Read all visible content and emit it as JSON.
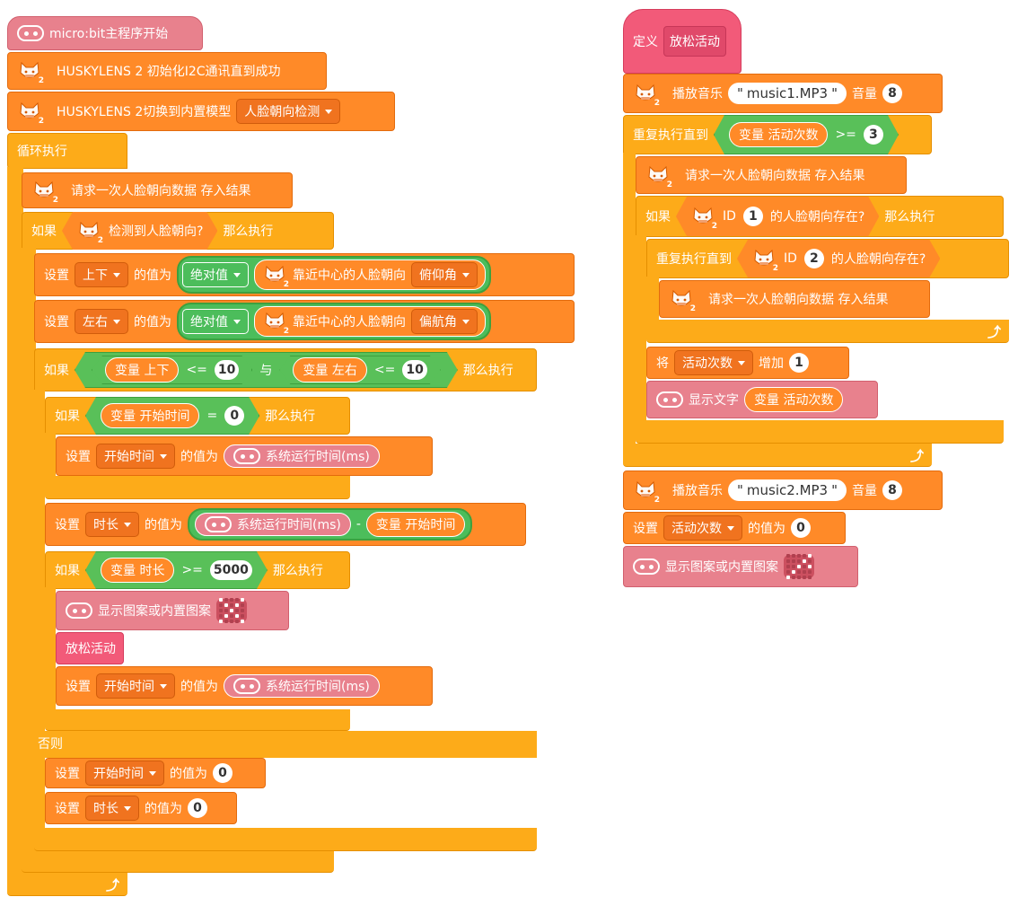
{
  "left": {
    "hat": "micro:bit主程序开始",
    "init": "HUSKYLENS 2 初始化I2C通讯直到成功",
    "switch": "HUSKYLENS 2切换到内置模型",
    "switch_model": "人脸朝向检测",
    "loop": "循环执行",
    "request": "请求一次人脸朝向数据 存入结果",
    "if1": {
      "if": "如果",
      "cond": "检测到人脸朝向?",
      "then": "那么执行"
    },
    "set_ud": {
      "set": "设置",
      "var": "上下",
      "value_for": "的值为",
      "abs": "绝对值",
      "nearest": "靠近中心的人脸朝向",
      "angle": "俯仰角"
    },
    "set_lr": {
      "set": "设置",
      "var": "左右",
      "value_for": "的值为",
      "abs": "绝对值",
      "nearest": "靠近中心的人脸朝向",
      "angle": "偏航角"
    },
    "if2": {
      "if": "如果",
      "var1": "变量 上下",
      "op1": "<=",
      "n1": "10",
      "and": "与",
      "var2": "变量 左右",
      "op2": "<=",
      "n2": "10",
      "then": "那么执行"
    },
    "if3": {
      "if": "如果",
      "var": "变量 开始时间",
      "op": "=",
      "n": "0",
      "then": "那么执行"
    },
    "set_start1": {
      "set": "设置",
      "var": "开始时间",
      "value_for": "的值为",
      "runtime": "系统运行时间(ms)"
    },
    "set_dur": {
      "set": "设置",
      "var": "时长",
      "value_for": "的值为",
      "runtime": "系统运行时间(ms)",
      "minus": "-",
      "var2": "变量 开始时间"
    },
    "if4": {
      "if": "如果",
      "var": "变量 时长",
      "op": ">=",
      "n": "5000",
      "then": "那么执行"
    },
    "show_img": "显示图案或内置图案",
    "call_relax": "放松活动",
    "set_start2": {
      "set": "设置",
      "var": "开始时间",
      "value_for": "的值为",
      "runtime": "系统运行时间(ms)"
    },
    "else": "否则",
    "set_start3": {
      "set": "设置",
      "var": "开始时间",
      "value_for": "的值为",
      "n": "0"
    },
    "set_dur2": {
      "set": "设置",
      "var": "时长",
      "value_for": "的值为",
      "n": "0"
    }
  },
  "right": {
    "define": "定义",
    "func": "放松活动",
    "play1": {
      "label": "播放音乐",
      "file": "music1.MP3",
      "vol_label": "音量",
      "vol": "8"
    },
    "repeat1": {
      "label": "重复执行直到",
      "var": "变量 活动次数",
      "op": ">=",
      "n": "3"
    },
    "request": "请求一次人脸朝向数据 存入结果",
    "if1": {
      "if": "如果",
      "id": "ID",
      "n": "1",
      "cond": "的人脸朝向存在?",
      "then": "那么执行"
    },
    "repeat2": {
      "label": "重复执行直到",
      "id": "ID",
      "n": "2",
      "cond": "的人脸朝向存在?"
    },
    "request2": "请求一次人脸朝向数据 存入结果",
    "change": {
      "label": "将",
      "var": "活动次数",
      "inc": "增加",
      "n": "1"
    },
    "show_text": {
      "label": "显示文字",
      "var": "变量 活动次数"
    },
    "play2": {
      "label": "播放音乐",
      "file": "music2.MP3",
      "vol_label": "音量",
      "vol": "8"
    },
    "set_count": {
      "set": "设置",
      "var": "活动次数",
      "value_for": "的值为",
      "n": "0"
    },
    "show_img": "显示图案或内置图案"
  },
  "icons": {
    "huskylens": "fox-icon",
    "microbit": "microbit-icon",
    "loop_arrow": "loop-arrow-icon"
  },
  "colors": {
    "orange": "#ff8a28",
    "yellow": "#fdab19",
    "green": "#59c059",
    "pink": "#e8818d",
    "define": "#f25a79"
  }
}
